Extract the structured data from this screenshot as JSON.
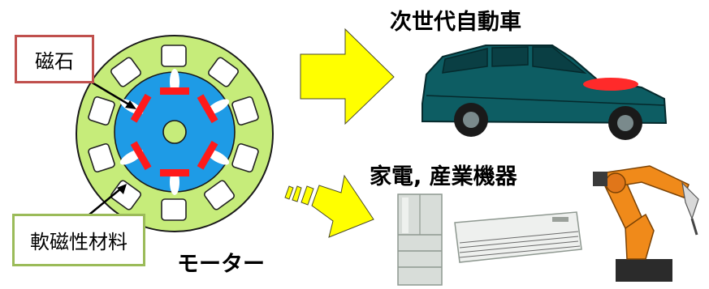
{
  "labels": {
    "magnet": "磁石",
    "soft_magnetic": "軟磁性材料",
    "motor": "モーター",
    "next_gen_vehicle": "次世代自動車",
    "appliances": "家電, 産業機器"
  },
  "colors": {
    "stator_ring": "#c6ec7a",
    "rotor": "#1e9be6",
    "magnet_bar": "#ff1a1a",
    "arrow_fill": "#ffff00",
    "magnet_box_border": "#c0504d",
    "soft_box_border": "#9bbb59",
    "car_body": "#0d5d63"
  },
  "icons": [
    "motor-diagram",
    "car-illustration",
    "refrigerator-illustration",
    "air-conditioner-illustration",
    "robot-arm-illustration"
  ]
}
